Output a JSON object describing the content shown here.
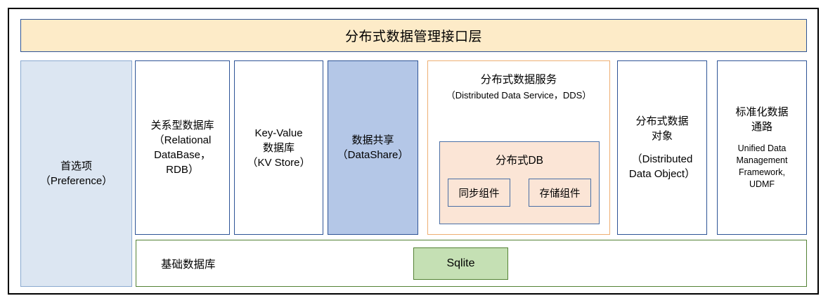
{
  "diagram": {
    "title": "分布式数据管理接口层",
    "header": {
      "label": "分布式数据管理接口层",
      "fill_color": "#fdebc8",
      "border_color": "#2e5496"
    },
    "columns": [
      {
        "name": "preference",
        "title": "首选项",
        "subtitle": "（Preference）",
        "fill_color": "#dce6f2"
      },
      {
        "name": "relational-database",
        "title": "关系型数据库",
        "subtitle": "（Relational DataBase，\nRDB）",
        "fill_color": "#ffffff"
      },
      {
        "name": "key-value-store",
        "title": "Key-Value\n数据库",
        "subtitle": "（KV Store）",
        "fill_color": "#ffffff"
      },
      {
        "name": "datashare",
        "title": "数据共享",
        "subtitle": "（DataShare）",
        "fill_color": "#b4c7e7"
      },
      {
        "name": "distributed-data-object",
        "title": "分布式数据\n对象",
        "subtitle": "（Distributed\nData Object）",
        "fill_color": "#ffffff"
      },
      {
        "name": "udmf",
        "title": "标准化数据\n通路",
        "subtitle": "Unified Data\nManagement\nFramework,\nUDMF",
        "fill_color": "#ffffff"
      }
    ],
    "dds_panel": {
      "name": "distributed-data-service",
      "title": "分布式数据服务",
      "subtitle": "（Distributed Data Service，DDS）",
      "border_color": "#eeaf73",
      "distributed_db": {
        "title": "分布式DB",
        "fill_color": "#fbe5d6",
        "components": [
          {
            "label": "同步组件"
          },
          {
            "label": "存储组件"
          }
        ]
      }
    },
    "base_layer": {
      "label": "基础数据库",
      "border_color": "#548235",
      "engine": {
        "label": "Sqlite",
        "fill_color": "#c5e0b4",
        "border_color": "#548235"
      }
    }
  }
}
